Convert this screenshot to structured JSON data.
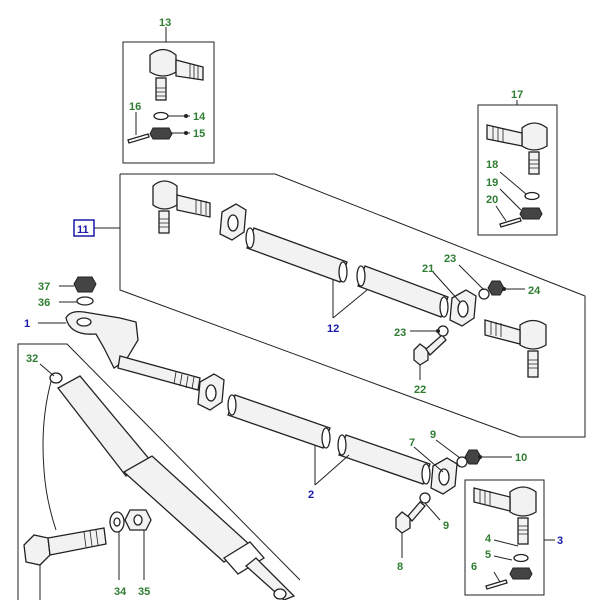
{
  "accent_green": "#2e7d32",
  "accent_blue": "#1a1aa8",
  "callouts": {
    "c13": "13",
    "c16": "16",
    "c14": "14",
    "c15": "15",
    "c17": "17",
    "c18": "18",
    "c19": "19",
    "c20": "20",
    "c11": "11",
    "c37": "37",
    "c36": "36",
    "c1": "1",
    "c23a": "23",
    "c21": "21",
    "c24": "24",
    "c23b": "23",
    "c22": "22",
    "c12": "12",
    "c32": "32",
    "c7": "7",
    "c9a": "9",
    "c10": "10",
    "c9b": "9",
    "c8": "8",
    "c2": "2",
    "c3": "3",
    "c4": "4",
    "c5": "5",
    "c6": "6",
    "c34": "34",
    "c35": "35"
  }
}
